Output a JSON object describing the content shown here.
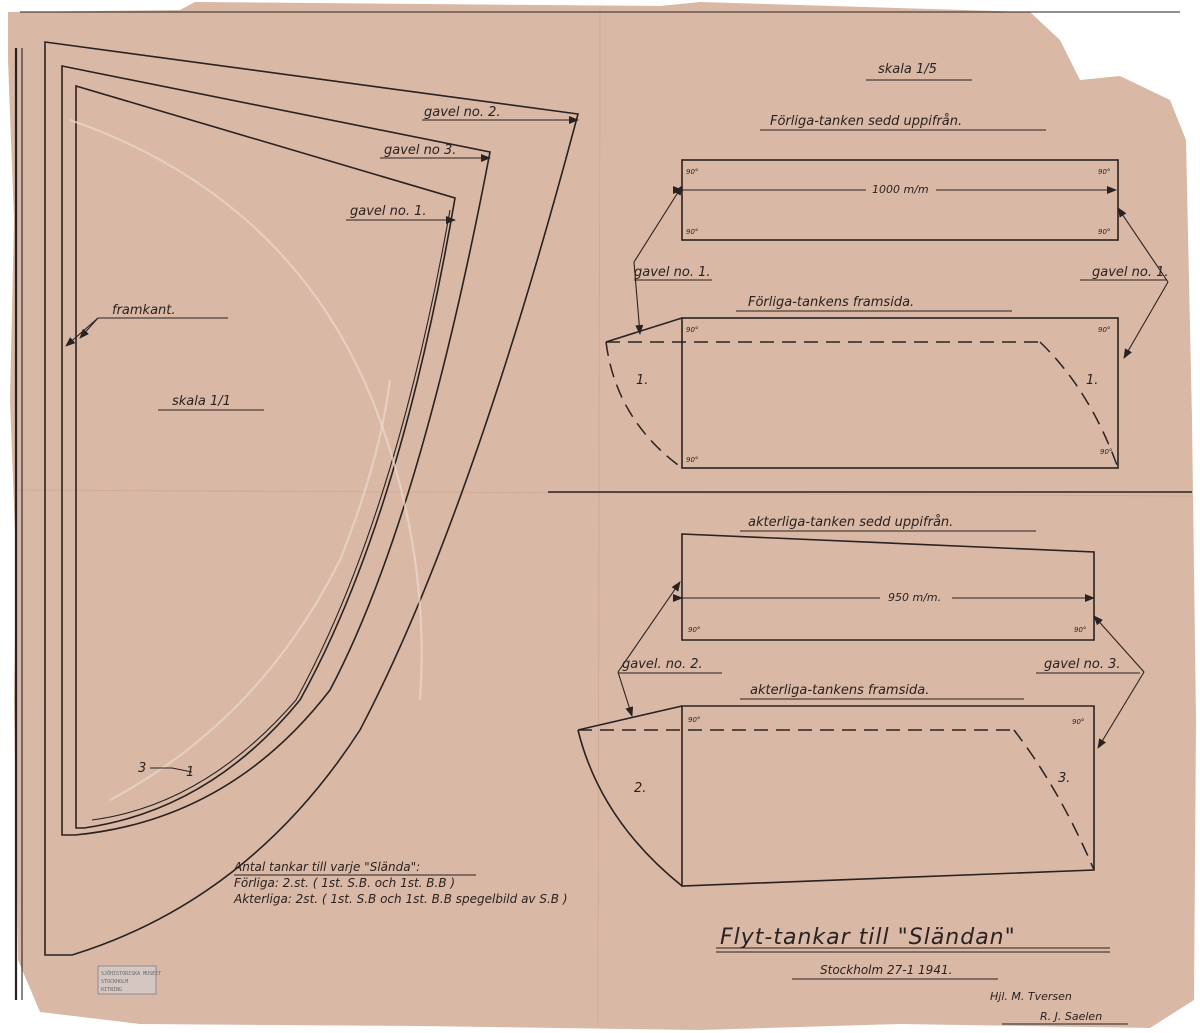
{
  "labels": {
    "scale_small": "skala 1/5",
    "scale_full": "skala 1/1",
    "framkant": "framkant.",
    "gavel_no2_left": "gavel no. 2.",
    "gavel_no3_left": "gavel no 3.",
    "gavel_no1_left": "gavel no. 1.",
    "marker_3": "3",
    "marker_1": "1",
    "forliga_top_title": "Förliga-tanken sedd uppifrån.",
    "forliga_front_title": "Förliga-tankens framsida.",
    "akterliga_top_title": "akterliga-tanken sedd uppifrån.",
    "akterliga_front_title": "akterliga-tankens framsida.",
    "gavel_no1_a": "gavel no. 1.",
    "gavel_no1_b": "gavel no. 1.",
    "gavel_no2": "gavel. no. 2.",
    "gavel_no3": "gavel no. 3.",
    "dim_1000": "1000 m/m",
    "dim_950": "950 m/m.",
    "angle": "90°",
    "piece_1_left": "1.",
    "piece_1_right": "1.",
    "piece_2": "2.",
    "piece_3": "3.",
    "title": "Flyt-tankar till \"Sländan\"",
    "place_date": "Stockholm 27-1 1941.",
    "signature_1": "Hjl. M. Tversen",
    "signature_2": "R. J. Saelen"
  },
  "notes": {
    "heading": "Antal tankar till varje \"Slända\":",
    "forliga": "Förliga:  2.st.   ( 1st. S.B. och 1st. B.B )",
    "akterliga": "Akterliga:  2st.   ( 1st. S.B och 1st. B.B spegelbild av S.B )"
  },
  "stamp": {
    "line1": "SJÖHISTORISKA MUSEET",
    "line2": "STOCKHOLM",
    "line3": "RITNING"
  },
  "colors": {
    "paper": "#d9b8a6",
    "ink": "#2a2220"
  }
}
